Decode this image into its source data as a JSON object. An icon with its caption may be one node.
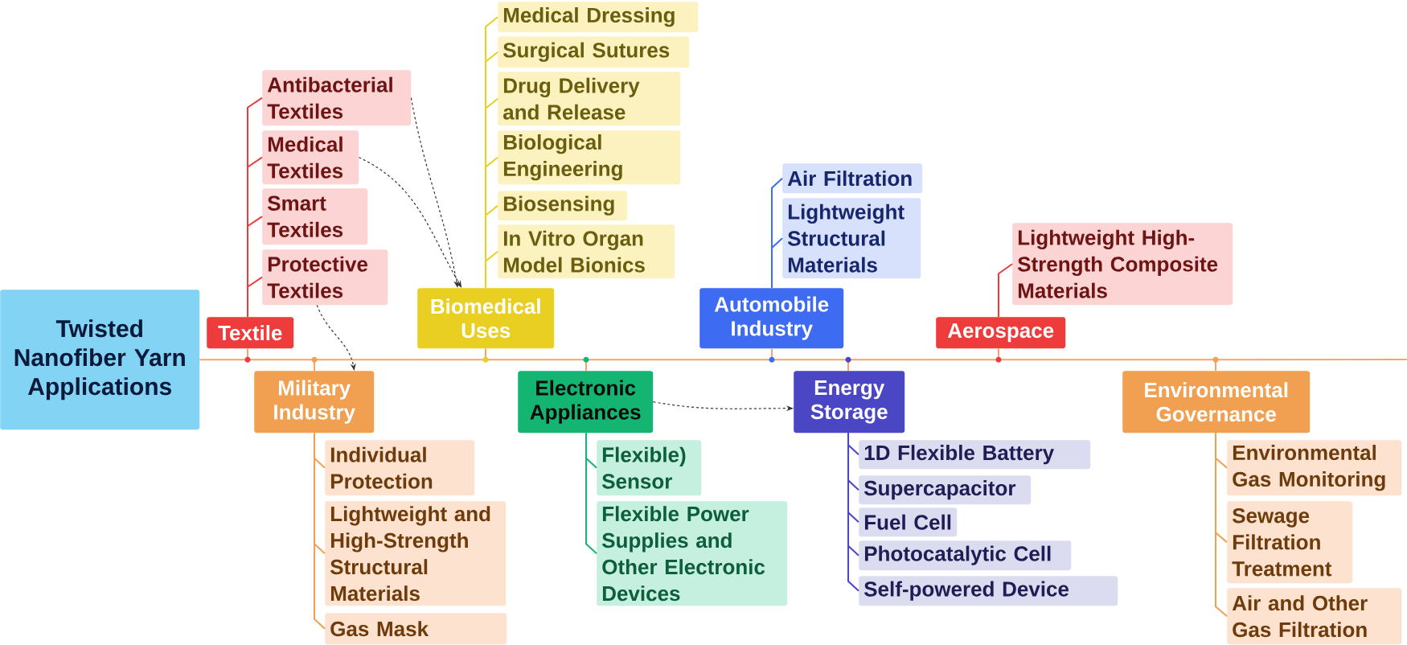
{
  "diagram": {
    "nodes": [
      {
        "text": [
          "Twisted Nanofiber Yarn Applications"
        ]
      },
      {
        "text": [
          "Textile"
        ]
      },
      {
        "text": [
          "Military Industry"
        ]
      },
      {
        "text": [
          "Biomedical Uses"
        ]
      },
      {
        "text": [
          "Electronic Appliances"
        ]
      },
      {
        "text": [
          "Automobile Industry"
        ]
      },
      {
        "text": [
          "Energy Storage"
        ]
      },
      {
        "text": [
          "Aerospace"
        ]
      },
      {
        "text": [
          "Environmental Governance"
        ]
      },
      {
        "text": [
          "Antibacterial Textiles"
        ]
      },
      {
        "text": [
          "Medical Textiles"
        ]
      },
      {
        "text": [
          "Smart Textiles"
        ]
      },
      {
        "text": [
          "Protective Textiles"
        ]
      },
      {
        "text": [
          "Medical Dressing"
        ]
      },
      {
        "text": [
          "Surgical Sutures"
        ]
      },
      {
        "text": [
          "Drug Delivery and Release"
        ]
      },
      {
        "text": [
          "Biological Engineering"
        ]
      },
      {
        "text": [
          "Biosensing"
        ]
      },
      {
        "text": [
          "In Vitro Organ Model Bionics"
        ]
      },
      {
        "text": [
          "Individual Protection"
        ]
      },
      {
        "text": [
          "Lightweight and High-Strength Structural Materials"
        ]
      },
      {
        "text": [
          "Gas Mask"
        ]
      },
      {
        "text": [
          "Flexible) Sensor"
        ]
      },
      {
        "text": [
          "Flexible Power Supplies and Other Electronic Devices"
        ]
      },
      {
        "text": [
          "Air Filtration"
        ]
      },
      {
        "text": [
          "Lightweight Structural Materials"
        ]
      },
      {
        "text": [
          "1D Flexible Battery"
        ]
      },
      {
        "text": [
          "Supercapacitor"
        ]
      },
      {
        "text": [
          "Fuel Cell"
        ]
      },
      {
        "text": [
          "Photocatalytic Cell"
        ]
      },
      {
        "text": [
          "Self-powered Device"
        ]
      },
      {
        "text": [
          "Lightweight High-Strength Composite Materials"
        ]
      },
      {
        "text": [
          "Environmental Gas Monitoring"
        ]
      },
      {
        "text": [
          "Sewage Filtration Treatment"
        ]
      },
      {
        "text": [
          "Air and Other Gas Filtration"
        ]
      }
    ],
    "edges": [
      {
        "from": 0,
        "to": 1,
        "arrow": "none",
        "color": "#f4a46a"
      },
      {
        "from": 0,
        "to": 2,
        "arrow": "none",
        "color": "#f4a46a"
      },
      {
        "from": 0,
        "to": 3,
        "arrow": "none",
        "color": "#f4a46a"
      },
      {
        "from": 0,
        "to": 4,
        "arrow": "none",
        "color": "#f4a46a"
      },
      {
        "from": 0,
        "to": 5,
        "arrow": "none",
        "color": "#f4a46a"
      },
      {
        "from": 0,
        "to": 6,
        "arrow": "none",
        "color": "#f4a46a"
      },
      {
        "from": 0,
        "to": 7,
        "arrow": "none",
        "color": "#f4a46a"
      },
      {
        "from": 0,
        "to": 8,
        "arrow": "none",
        "color": "#f4a46a"
      },
      {
        "from": 1,
        "to": 9,
        "arrow": "none",
        "color": "#ee3b3b"
      },
      {
        "from": 1,
        "to": 10,
        "arrow": "none",
        "color": "#ee3b3b"
      },
      {
        "from": 1,
        "to": 11,
        "arrow": "none",
        "color": "#ee3b3b"
      },
      {
        "from": 1,
        "to": 12,
        "arrow": "none",
        "color": "#ee3b3b"
      },
      {
        "from": 3,
        "to": 13,
        "arrow": "none",
        "color": "#e9cf22"
      },
      {
        "from": 3,
        "to": 14,
        "arrow": "none",
        "color": "#e9cf22"
      },
      {
        "from": 3,
        "to": 15,
        "arrow": "none",
        "color": "#e9cf22"
      },
      {
        "from": 3,
        "to": 16,
        "arrow": "none",
        "color": "#e9cf22"
      },
      {
        "from": 3,
        "to": 17,
        "arrow": "none",
        "color": "#e9cf22"
      },
      {
        "from": 3,
        "to": 18,
        "arrow": "none",
        "color": "#e9cf22"
      },
      {
        "from": 2,
        "to": 19,
        "arrow": "none",
        "color": "#f0a050"
      },
      {
        "from": 2,
        "to": 20,
        "arrow": "none",
        "color": "#f0a050"
      },
      {
        "from": 2,
        "to": 21,
        "arrow": "none",
        "color": "#f0a050"
      },
      {
        "from": 4,
        "to": 22,
        "arrow": "none",
        "color": "#14b572"
      },
      {
        "from": 4,
        "to": 23,
        "arrow": "none",
        "color": "#14b572"
      },
      {
        "from": 5,
        "to": 24,
        "arrow": "none",
        "color": "#3d6cf2"
      },
      {
        "from": 5,
        "to": 25,
        "arrow": "none",
        "color": "#3d6cf2"
      },
      {
        "from": 6,
        "to": 26,
        "arrow": "none",
        "color": "#4b46c4"
      },
      {
        "from": 6,
        "to": 27,
        "arrow": "none",
        "color": "#4b46c4"
      },
      {
        "from": 6,
        "to": 28,
        "arrow": "none",
        "color": "#4b46c4"
      },
      {
        "from": 6,
        "to": 29,
        "arrow": "none",
        "color": "#4b46c4"
      },
      {
        "from": 6,
        "to": 30,
        "arrow": "none",
        "color": "#4b46c4"
      },
      {
        "from": 7,
        "to": 31,
        "arrow": "none",
        "color": "#ee3b3b"
      },
      {
        "from": 8,
        "to": 32,
        "arrow": "none",
        "color": "#f0a050"
      },
      {
        "from": 8,
        "to": 33,
        "arrow": "none",
        "color": "#f0a050"
      },
      {
        "from": 8,
        "to": 34,
        "arrow": "none",
        "color": "#f0a050"
      },
      {
        "from": 9,
        "to": 3,
        "arrow": "to",
        "style": "dashed",
        "color": "#333333"
      },
      {
        "from": 10,
        "to": 3,
        "arrow": "to",
        "style": "dashed",
        "color": "#333333"
      },
      {
        "from": 12,
        "to": 2,
        "arrow": "to",
        "style": "dashed",
        "color": "#333333"
      },
      {
        "from": 4,
        "to": 6,
        "arrow": "to",
        "style": "dashed",
        "color": "#333333"
      }
    ]
  }
}
